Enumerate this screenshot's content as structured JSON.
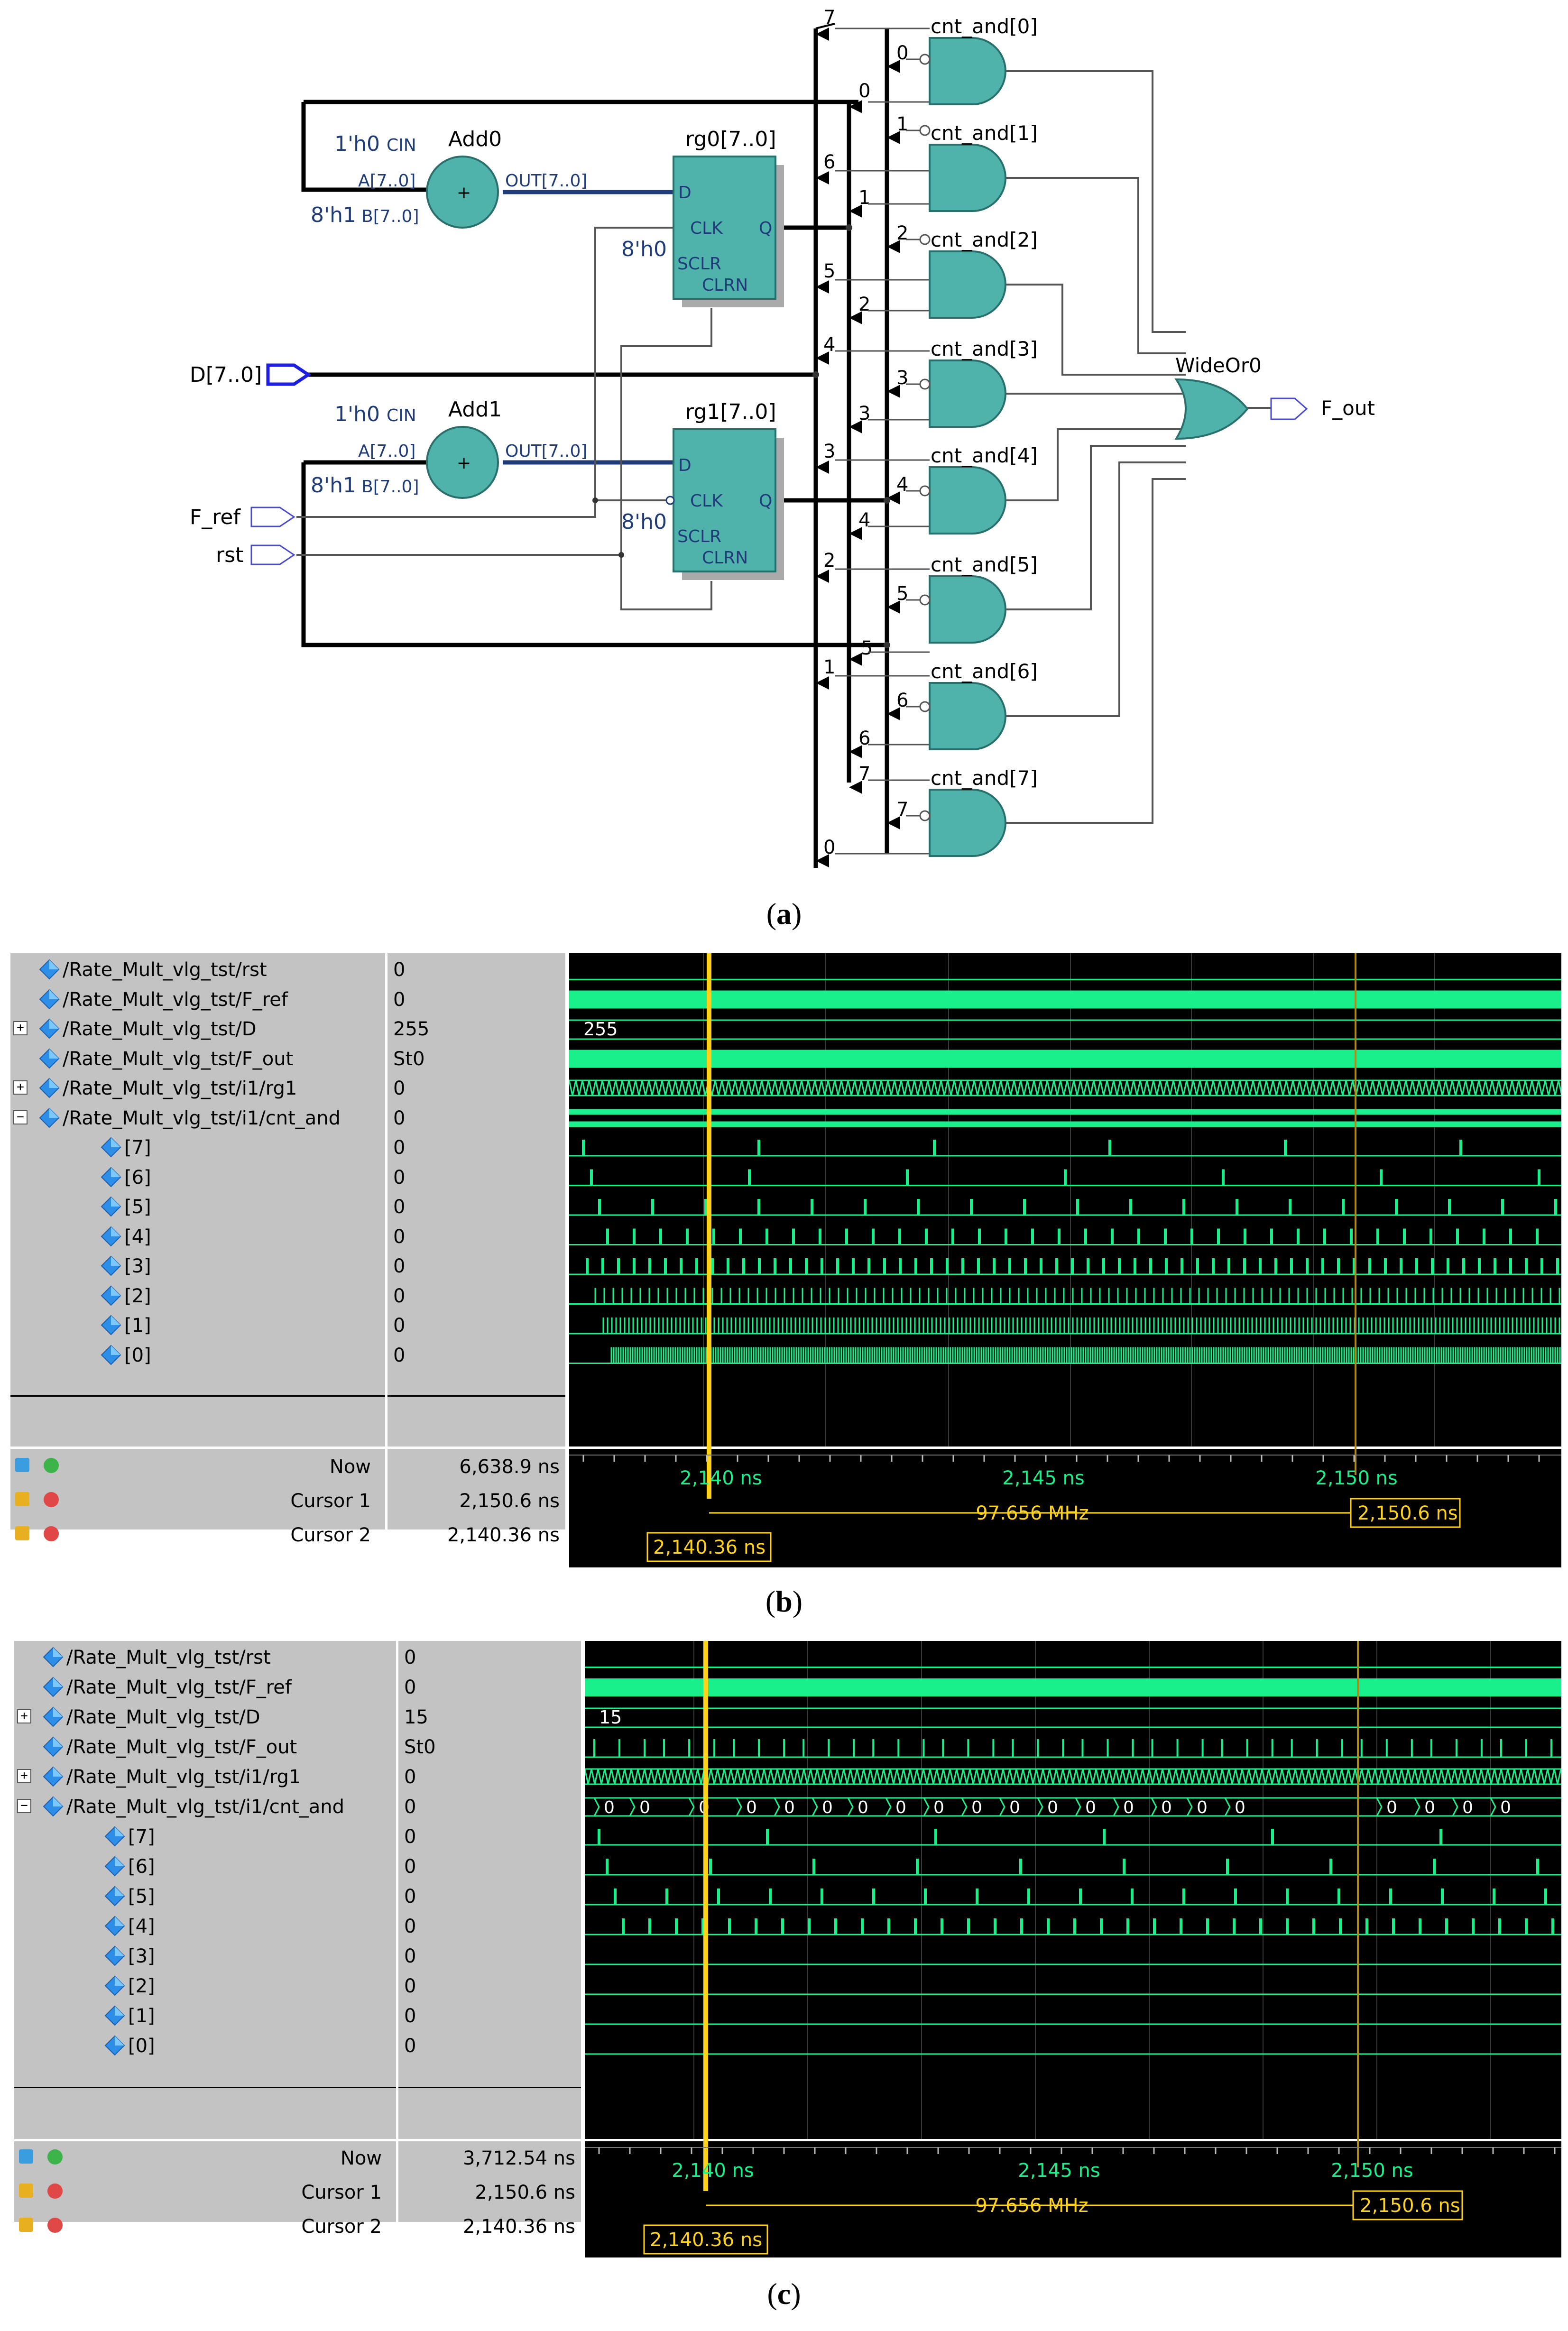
{
  "schematic": {
    "add0": {
      "name": "Add0",
      "cin": "1'h0",
      "cin_port": "CIN",
      "a_port": "A[7..0]",
      "b_const": "8'h1",
      "b_port": "B[7..0]",
      "out_port": "OUT[7..0]",
      "op": "+"
    },
    "add1": {
      "name": "Add1",
      "cin": "1'h0",
      "cin_port": "CIN",
      "a_port": "A[7..0]",
      "b_const": "8'h1",
      "b_port": "B[7..0]",
      "out_port": "OUT[7..0]",
      "op": "+"
    },
    "rg0": {
      "name": "rg0[7..0]",
      "d": "D",
      "clk": "CLK",
      "sclr_const": "8'h0",
      "sclr": "SCLR",
      "clrn": "CLRN",
      "q": "Q"
    },
    "rg1": {
      "name": "rg1[7..0]",
      "d": "D",
      "clk": "CLK",
      "sclr_const": "8'h0",
      "sclr": "SCLR",
      "clrn": "CLRN",
      "q": "Q"
    },
    "inputs": {
      "d": "D[7..0]",
      "f_ref": "F_ref",
      "rst": "rst"
    },
    "output": "F_out",
    "wideor": "WideOr0",
    "and_gates": [
      "cnt_and[0]",
      "cnt_and[1]",
      "cnt_and[2]",
      "cnt_and[3]",
      "cnt_and[4]",
      "cnt_and[5]",
      "cnt_and[6]",
      "cnt_and[7]"
    ],
    "bus_taps": {
      "left_bus": [
        "7",
        "6",
        "5",
        "4",
        "3",
        "2",
        "1",
        "0"
      ],
      "rg0_bus": [
        "0",
        "1",
        "2",
        "3",
        "4",
        "5",
        "6",
        "7"
      ],
      "rg1_bus": [
        "0",
        "1",
        "2",
        "3",
        "4",
        "5",
        "6",
        "7"
      ]
    }
  },
  "captions": {
    "a": "a",
    "b": "b",
    "c": "c"
  },
  "panels": [
    {
      "signals": [
        {
          "name": "/Rate_Mult_vlg_tst/rst",
          "value": "0",
          "expand": ""
        },
        {
          "name": "/Rate_Mult_vlg_tst/F_ref",
          "value": "0",
          "expand": ""
        },
        {
          "name": "/Rate_Mult_vlg_tst/D",
          "value": "255",
          "expand": "+"
        },
        {
          "name": "/Rate_Mult_vlg_tst/F_out",
          "value": "St0",
          "expand": ""
        },
        {
          "name": "/Rate_Mult_vlg_tst/i1/rg1",
          "value": "0",
          "expand": "+"
        },
        {
          "name": "/Rate_Mult_vlg_tst/i1/cnt_and",
          "value": "0",
          "expand": "-"
        },
        {
          "name": "[7]",
          "value": "0",
          "expand": ""
        },
        {
          "name": "[6]",
          "value": "0",
          "expand": ""
        },
        {
          "name": "[5]",
          "value": "0",
          "expand": ""
        },
        {
          "name": "[4]",
          "value": "0",
          "expand": ""
        },
        {
          "name": "[3]",
          "value": "0",
          "expand": ""
        },
        {
          "name": "[2]",
          "value": "0",
          "expand": ""
        },
        {
          "name": "[1]",
          "value": "0",
          "expand": ""
        },
        {
          "name": "[0]",
          "value": "0",
          "expand": ""
        }
      ],
      "bus_label": "255",
      "now_label": "Now",
      "now_value": "6,638.9 ns",
      "cursor1_label": "Cursor 1",
      "cursor1_value": "2,150.6 ns",
      "cursor2_label": "Cursor 2",
      "cursor2_value": "2,140.36 ns",
      "ticks": [
        "2,140 ns",
        "2,145 ns",
        "2,150 ns"
      ],
      "freq": "97.656 MHz",
      "cursor1_tag": "2,150.6 ns",
      "cursor2_tag": "2,140.36 ns"
    },
    {
      "signals": [
        {
          "name": "/Rate_Mult_vlg_tst/rst",
          "value": "0",
          "expand": ""
        },
        {
          "name": "/Rate_Mult_vlg_tst/F_ref",
          "value": "0",
          "expand": ""
        },
        {
          "name": "/Rate_Mult_vlg_tst/D",
          "value": "15",
          "expand": "+"
        },
        {
          "name": "/Rate_Mult_vlg_tst/F_out",
          "value": "St0",
          "expand": ""
        },
        {
          "name": "/Rate_Mult_vlg_tst/i1/rg1",
          "value": "0",
          "expand": "+"
        },
        {
          "name": "/Rate_Mult_vlg_tst/i1/cnt_and",
          "value": "0",
          "expand": "-"
        },
        {
          "name": "[7]",
          "value": "0",
          "expand": ""
        },
        {
          "name": "[6]",
          "value": "0",
          "expand": ""
        },
        {
          "name": "[5]",
          "value": "0",
          "expand": ""
        },
        {
          "name": "[4]",
          "value": "0",
          "expand": ""
        },
        {
          "name": "[3]",
          "value": "0",
          "expand": ""
        },
        {
          "name": "[2]",
          "value": "0",
          "expand": ""
        },
        {
          "name": "[1]",
          "value": "0",
          "expand": ""
        },
        {
          "name": "[0]",
          "value": "0",
          "expand": ""
        }
      ],
      "bus_label": "15",
      "cnt_and_bus_value": "0",
      "now_label": "Now",
      "now_value": "3,712.54 ns",
      "cursor1_label": "Cursor 1",
      "cursor1_value": "2,150.6 ns",
      "cursor2_label": "Cursor 2",
      "cursor2_value": "2,140.36 ns",
      "ticks": [
        "2,140 ns",
        "2,145 ns",
        "2,150 ns"
      ],
      "freq": "97.656 MHz",
      "cursor1_tag": "2,150.6 ns",
      "cursor2_tag": "2,140.36 ns"
    }
  ],
  "colors": {
    "teal": "#4fb3ac",
    "wave_green": "#19f08c",
    "cursor_yellow": "#ffd21a",
    "navy": "#1f3c78"
  }
}
